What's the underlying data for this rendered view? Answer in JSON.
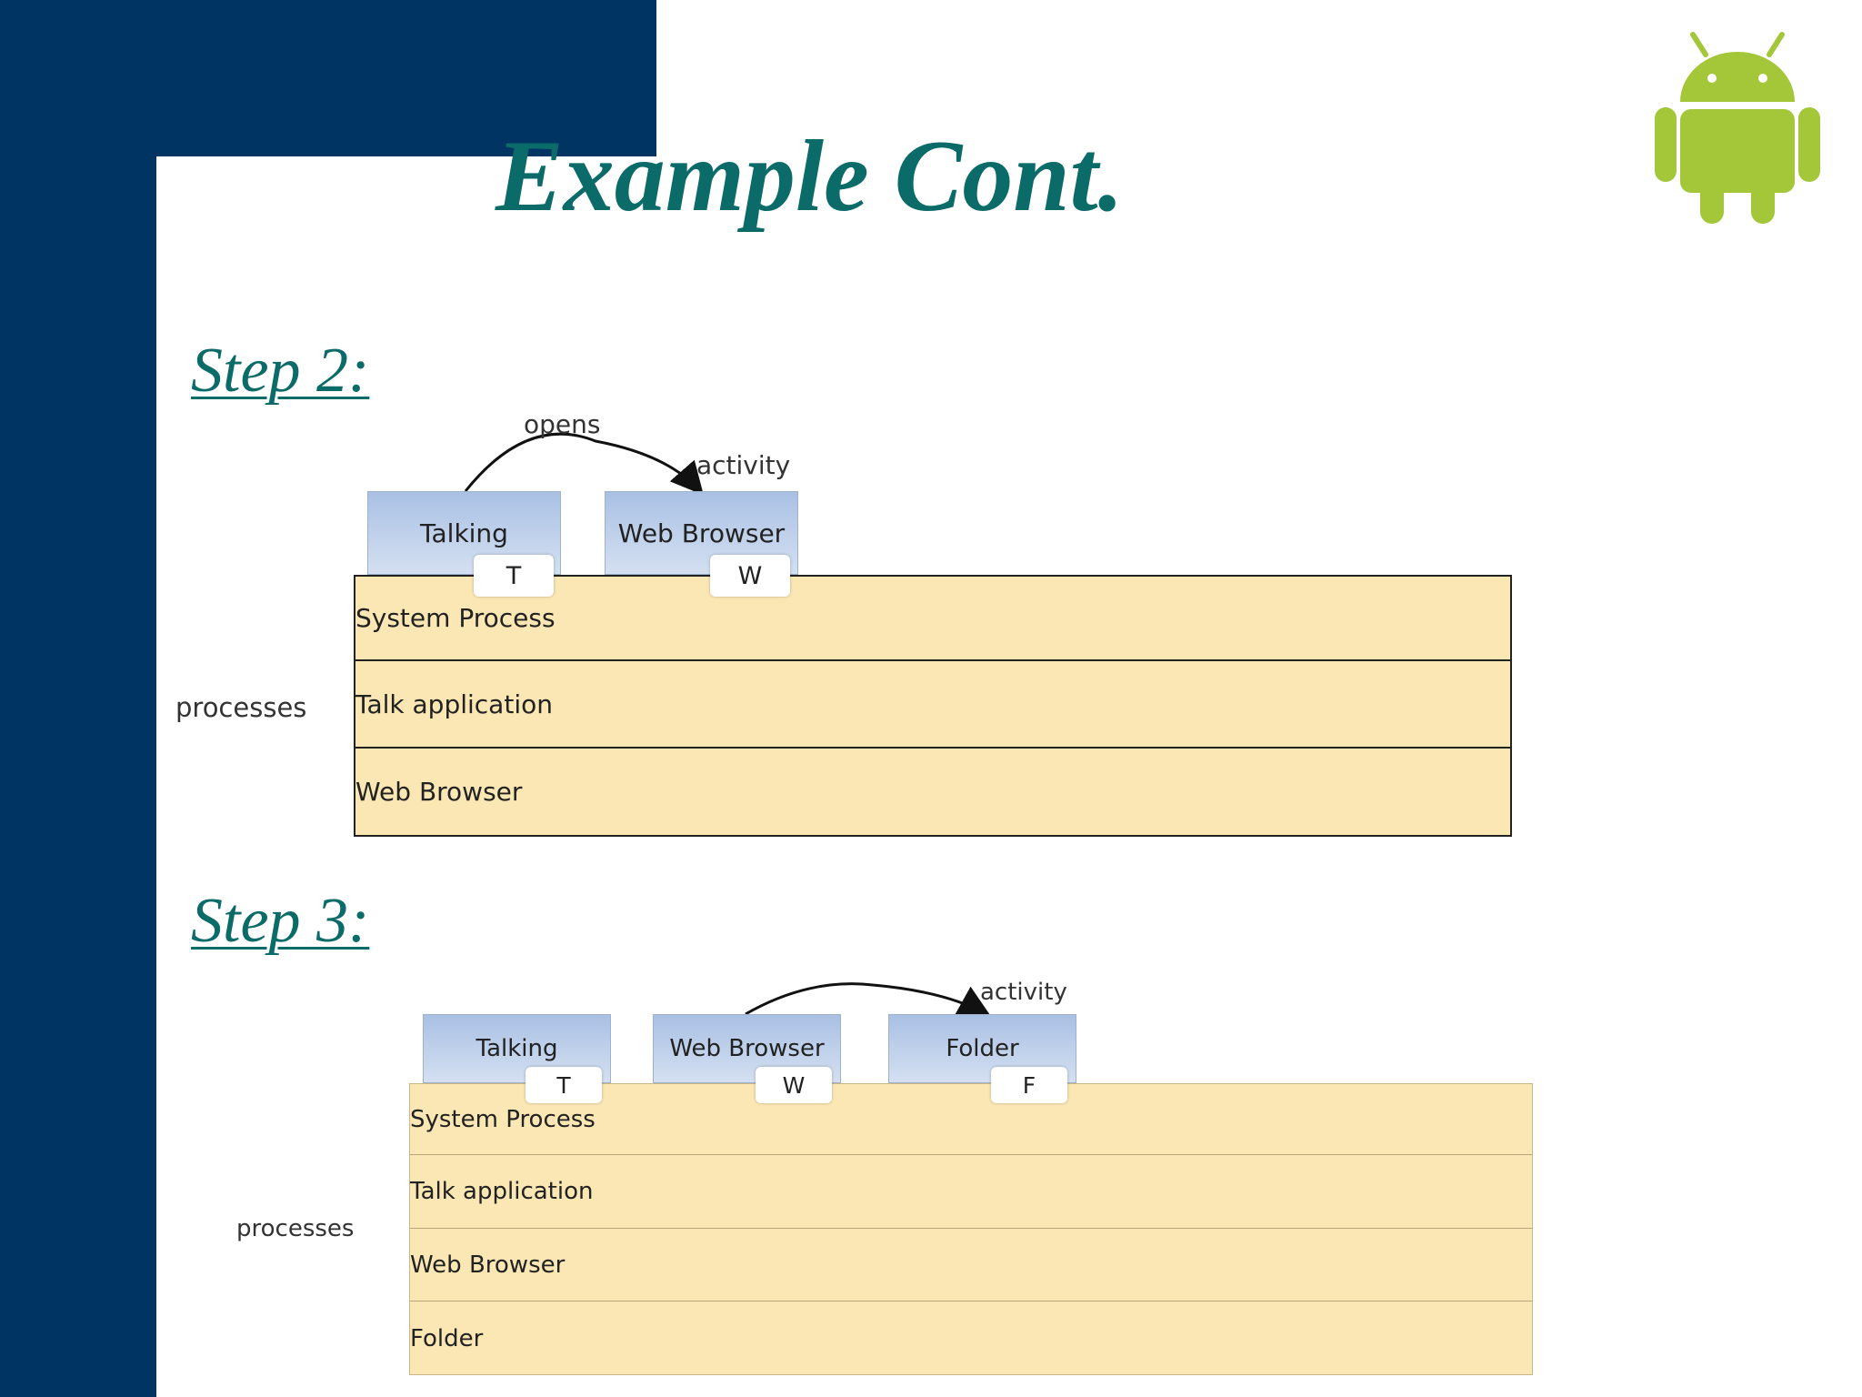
{
  "slide": {
    "title": "Example Cont.",
    "accent_color": "#0b6b68",
    "frame_color": "#003463",
    "logo_icon": "android-robot-icon",
    "logo_color": "#a4c639"
  },
  "step2": {
    "heading": "Step 2:",
    "arrow_top_label": "opens",
    "arrow_target_label": "activity",
    "activities": [
      {
        "label": "Talking",
        "tag": "T"
      },
      {
        "label": "Web Browser",
        "tag": "W"
      }
    ],
    "side_label": "processes",
    "processes": [
      "System Process",
      "Talk application",
      "Web Browser"
    ]
  },
  "step3": {
    "heading": "Step 3:",
    "arrow_target_label": "activity",
    "activities": [
      {
        "label": "Talking",
        "tag": "T"
      },
      {
        "label": "Web Browser",
        "tag": "W"
      },
      {
        "label": "Folder",
        "tag": "F"
      }
    ],
    "side_label": "processes",
    "processes": [
      "System Process",
      "Talk application",
      "Web Browser",
      "Folder"
    ]
  }
}
